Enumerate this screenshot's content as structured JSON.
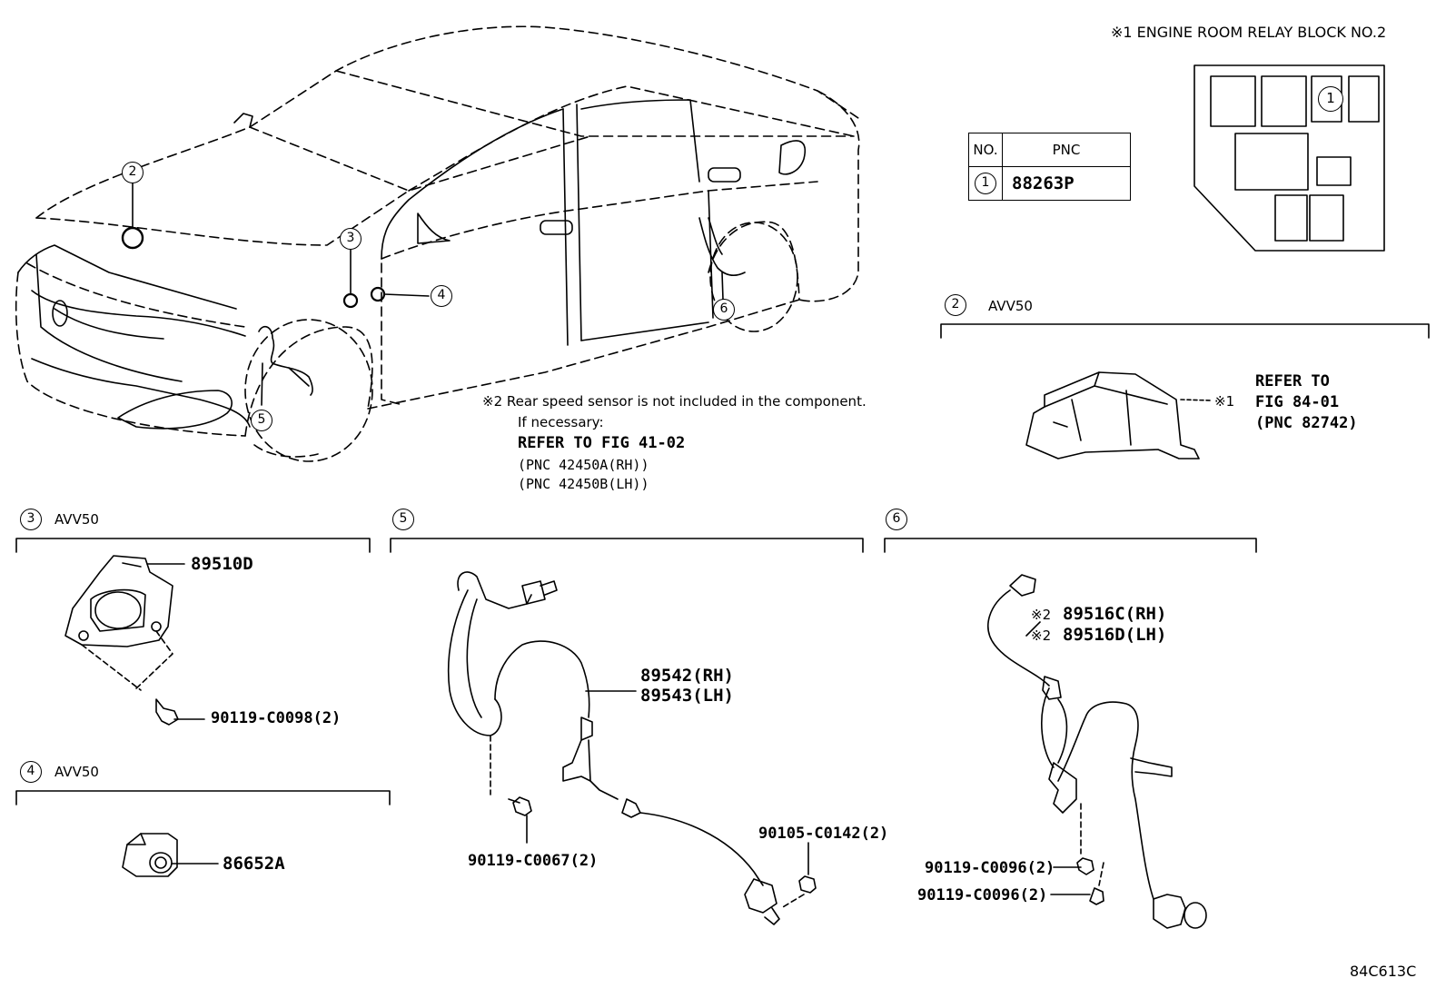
{
  "relay_block_title": "※1  ENGINE ROOM RELAY BLOCK NO.2",
  "relay_block_marker": "1",
  "pnc_table": {
    "headers": [
      "NO.",
      "PNC"
    ],
    "rows": [
      {
        "no": "1",
        "pnc": "88263P"
      }
    ]
  },
  "callouts": [
    "2",
    "3",
    "4",
    "5",
    "6"
  ],
  "section_2": {
    "number": "2",
    "label": "AVV50",
    "refer": [
      "REFER TO",
      "FIG 84-01",
      "(PNC 82742)"
    ],
    "refer_mark": "※1"
  },
  "note": {
    "line1": "※2 Rear speed sensor is not included in the component.",
    "line2": "If necessary:",
    "line3": "REFER TO FIG 41-02",
    "line4": "(PNC 42450A(RH))",
    "line5": "(PNC 42450B(LH))"
  },
  "section_3": {
    "number": "3",
    "label": "AVV50",
    "parts": [
      "89510D",
      "90119-C0098(2)"
    ]
  },
  "section_4": {
    "number": "4",
    "label": "AVV50",
    "parts": [
      "86652A"
    ]
  },
  "section_5": {
    "number": "5",
    "parts": [
      "89542(RH)",
      "89543(LH)",
      "90119-C0067(2)",
      "90105-C0142(2)"
    ]
  },
  "section_6": {
    "number": "6",
    "mark": "※2",
    "parts": [
      "89516C(RH)",
      "89516D(LH)",
      "90119-C0096(2)",
      "90119-C0096(2)"
    ]
  },
  "diagram_code": "84C613C"
}
